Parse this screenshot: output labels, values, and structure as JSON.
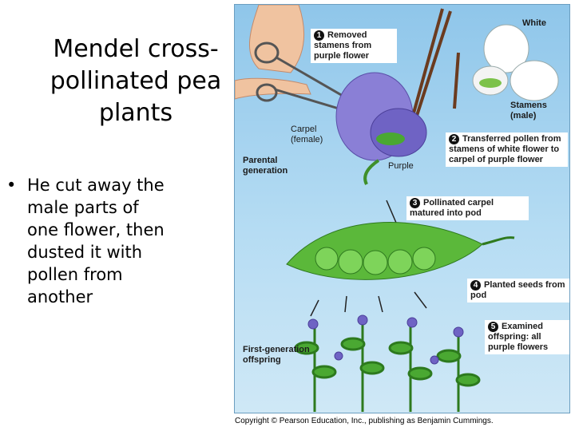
{
  "slide": {
    "title": "Mendel cross-pollinated pea plants",
    "bullets": [
      "He cut away the male parts of one flower, then dusted it with pollen from another"
    ]
  },
  "figure": {
    "labels": {
      "white": "White",
      "purple": "Purple",
      "carpel": "Carpel (female)",
      "stamens": "Stamens (male)",
      "parental_generation": "Parental generation",
      "first_generation": "First-generation offspring"
    },
    "steps": [
      {
        "num": "1",
        "text": "Removed stamens from purple flower"
      },
      {
        "num": "2",
        "text": "Transferred pollen from stamens of white flower to carpel of purple flower"
      },
      {
        "num": "3",
        "text": "Pollinated carpel matured into pod"
      },
      {
        "num": "4",
        "text": "Planted seeds from pod"
      },
      {
        "num": "5",
        "text": "Examined offspring: all purple flowers"
      }
    ],
    "colors": {
      "purple_flower": "#8a7fd6",
      "pod_green": "#4aa832",
      "background": "#b5dcf3"
    }
  },
  "copyright": "Copyright © Pearson Education, Inc., publishing as Benjamin Cummings."
}
